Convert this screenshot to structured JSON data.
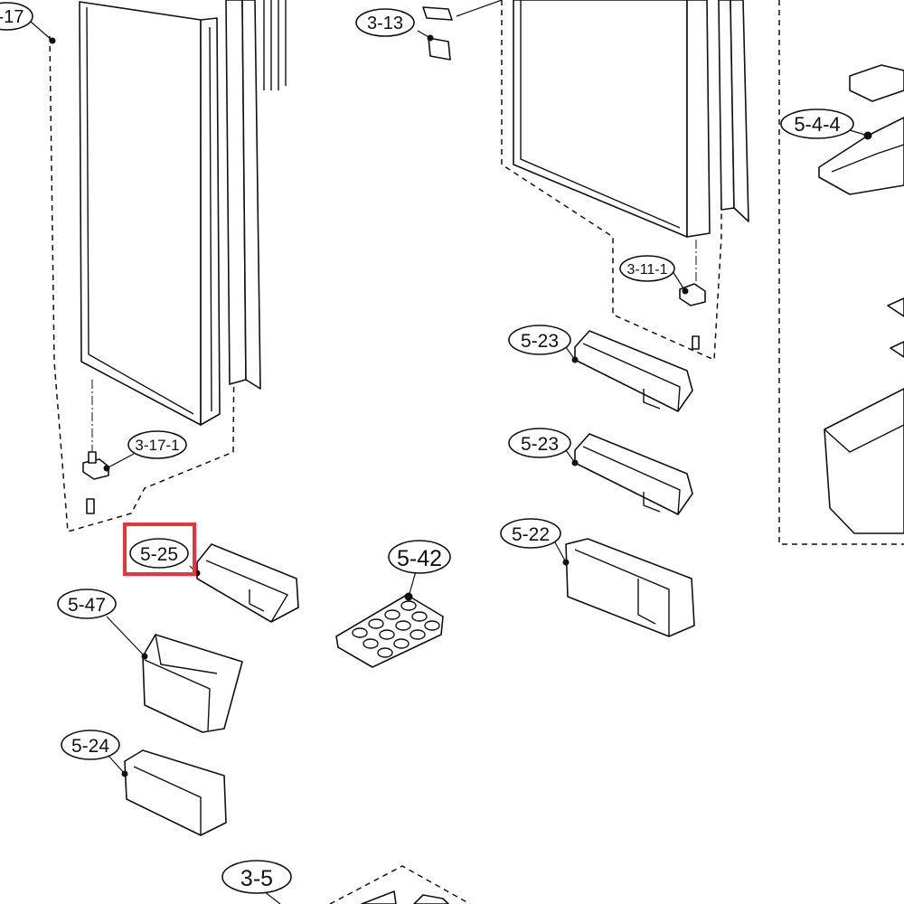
{
  "callouts": {
    "c3_17": "-17",
    "c3_13": "3-13",
    "c5_4_4": "5-4-4",
    "c3_11_1": "3-11-1",
    "c5_23_a": "5-23",
    "c5_23_b": "5-23",
    "c3_17_1": "3-17-1",
    "c5_22": "5-22",
    "c5_25": "5-25",
    "c5_42": "5-42",
    "c5_47": "5-47",
    "c5_24": "5-24",
    "c3_5": "3-5"
  },
  "highlight": {
    "target": "5-25",
    "color": "#e8343c"
  },
  "colors": {
    "ink": "#111111",
    "background": "#ffffff"
  }
}
